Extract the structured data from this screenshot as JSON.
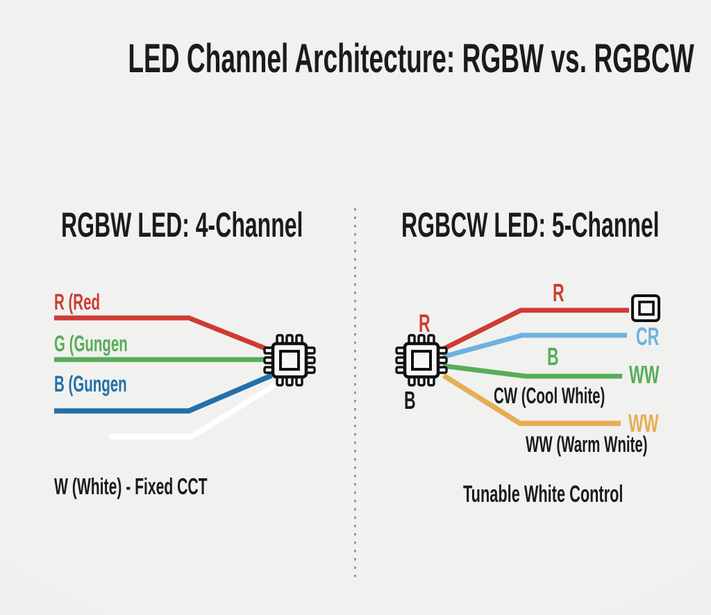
{
  "title": "LED Channel Architecture: RGBW vs. RGBCW",
  "colors": {
    "background": "#efefed",
    "text": "#1b1b1b",
    "red": "#cf3b33",
    "green": "#56ad58",
    "blue": "#2370aa",
    "light_blue": "#6fb1de",
    "orange": "#e7ad53",
    "white_wire": "#ffffff",
    "divider": "#8f8f8f",
    "chip_fill": "#f8f8f6"
  },
  "left_panel": {
    "header": "RGBW LED: 4-Channel",
    "wire_labels": [
      {
        "text": "R (Red",
        "color": "#cf3b33"
      },
      {
        "text": "G (Gungen",
        "color": "#56ad58"
      },
      {
        "text": "B (Gungen",
        "color": "#2370aa"
      }
    ],
    "footnote": "W (White) - Fixed CCT"
  },
  "right_panel": {
    "header": "RGBCW LED: 5-Channel",
    "chip_label_top": "R",
    "chip_label_bottom": "B",
    "wire_labels": [
      {
        "text": "R",
        "color": "#cf3b33"
      },
      {
        "text": "CR",
        "color": "#6fb1de"
      },
      {
        "text": "B",
        "color": "#56ad58"
      },
      {
        "text": "WW",
        "color": "#56ad58"
      },
      {
        "text": "WW",
        "color": "#e7ad53"
      }
    ],
    "annotations": [
      {
        "text": "CW (Cool White)"
      },
      {
        "text": "WW (Warm Wnite)"
      }
    ],
    "footnote": "Tunable White Control"
  }
}
